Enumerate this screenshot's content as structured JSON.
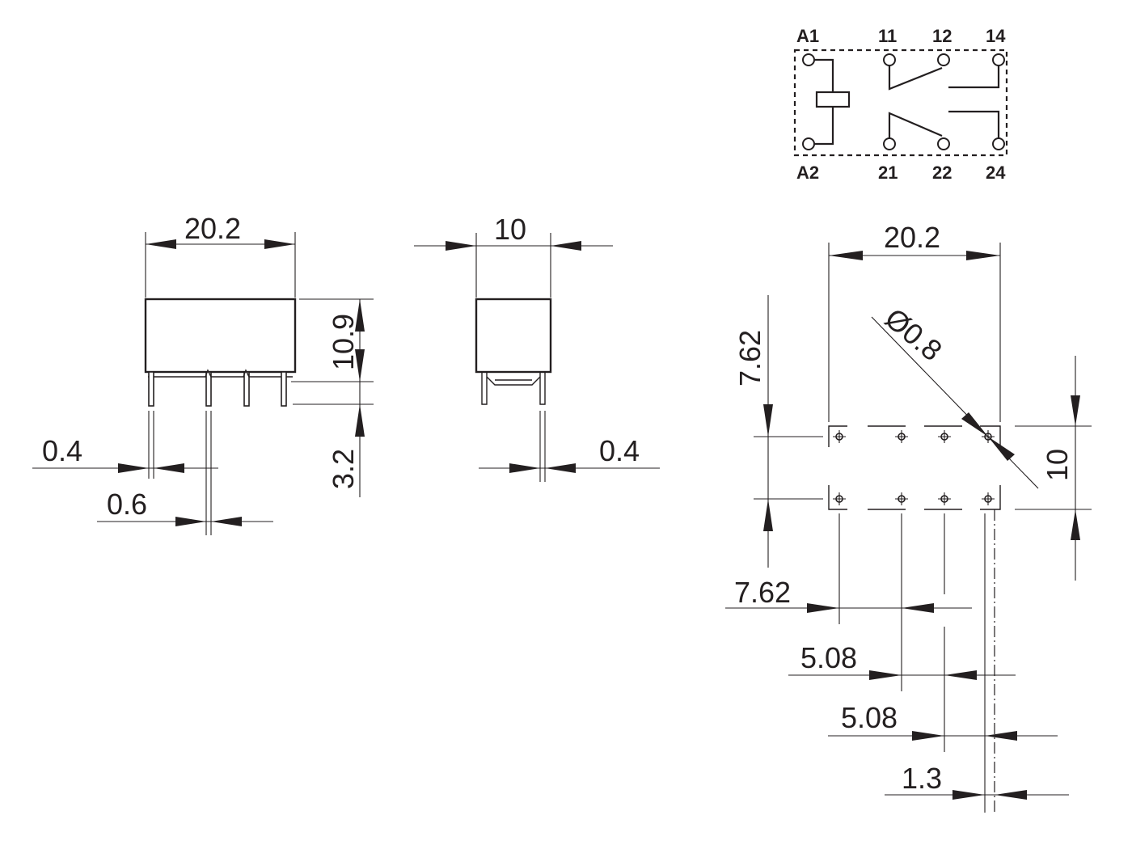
{
  "schematic": {
    "labels_top": [
      "A1",
      "11",
      "12",
      "14"
    ],
    "labels_bottom": [
      "A2",
      "21",
      "22",
      "24"
    ]
  },
  "side_view": {
    "width": "20.2",
    "height": "10.9",
    "pin_length": "3.2",
    "pin_width": "0.4",
    "pin_thickness": "0.6"
  },
  "end_view": {
    "width": "10",
    "pin_width": "0.4"
  },
  "footprint": {
    "width": "20.2",
    "hole_diameter": "Ø0.8",
    "row_spacing": "10",
    "offset_vertical": "7.62",
    "offset_horizontal": "7.62",
    "pitch_1": "5.08",
    "pitch_2": "5.08",
    "offset_last": "1.3"
  }
}
